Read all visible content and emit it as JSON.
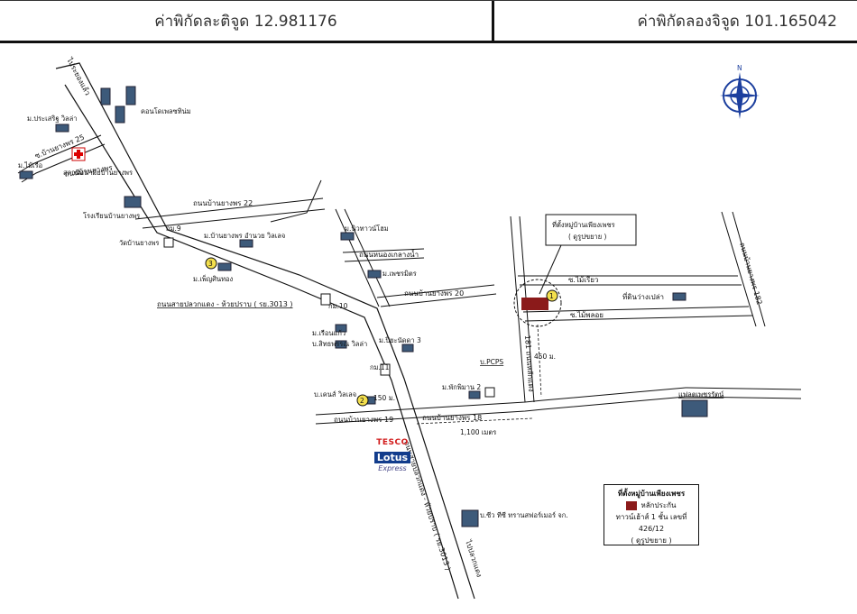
{
  "header": {
    "latitude_text": "ค่าพิกัดละติจูด 12.981176",
    "longitude_text": "ค่าพิกัดลองจิจูด 101.165042"
  },
  "map": {
    "roads": {
      "r3013_top": "ไประยองแล้ว",
      "soi25": "ซ.บ้านยางพร 25",
      "soi_left": "ถนนบ้านยางพร",
      "road22": "ถนนบ้านยางพร 22",
      "main_road": "ถนนสายปลวกแดง - ห้วยปราบ ( รย.3013 )",
      "road20": "ถนนบ้านยางพร 20",
      "road_pond": "ถนนหนองเกลางน้ำ",
      "road19": "ถนนบ้านยางพร 19",
      "road18": "ถนนบ้านยางพร 18",
      "highway": "ถนนสายปลวกแดง - ห้วยปราบ ( รย.3013 )",
      "to_ploakdaeng": "ไปปลวกแดง",
      "road181": "181 ถนนหลักแดง",
      "road182": "ถนนบ้านยางพร 182",
      "soi_upper": "ซ.ไม้เรียว",
      "soi_lower": "ซ.ไม้พลอย",
      "empty_land": "ที่ดินว่างเปล่า"
    },
    "places": {
      "condo": "คอนโดเพลซทิน่ม",
      "village_prasert": "ม.ประเสริฐ วิลล่า",
      "village_mairuea": "ม.ไม้เรือ",
      "hospital": "สถานีอนามัยบ้านยางพร",
      "school": "โรงเรียนบ้านยางพร",
      "km9": "กม.9",
      "temple": "วัดบ้านยางพร",
      "village_baanyangporn": "ม.บ้านยางพร อำนวย วิลเลจ",
      "village_pensin": "ม.เพ็ญศินทอง",
      "village_northtown": "ม.นิวทาวน์โฮม",
      "village_pakamit": "ม.เพชรมิตร",
      "km10": "กม.10",
      "village_rueanmaew": "ม.เรือนแก้ว",
      "village_sitthaphon": "บ.สิทธพรรณ วิลล่า",
      "village_piyanat": "ม.ปิยะนัดดา 3",
      "km11": "กม.11",
      "village_kens": "บ.เคนส์ วิลเลจ",
      "village_kens_dist": "150 ม.",
      "village_pakpoom": "ม.พักพิมาน 2",
      "pcps": "บ.PCPS",
      "project_site_title": "ที่ตั้งหมู่บ้านเพียงเพชร",
      "project_site_sub": "( ดูรูปขยาย )",
      "dist_450": "450 ม.",
      "dist_1100": "1,100 เมตร",
      "shop": "แฟลตเพชรรัตน์",
      "factory": "บ.ซีว ทีซี ทรานสฟอร์เมอร์ จก."
    },
    "markers": {
      "m1": "1",
      "m2": "2",
      "m3": "3"
    },
    "tesco": {
      "line1": "TESCO",
      "line2": "Lotus",
      "line3": "Express"
    },
    "compass_label": "N"
  },
  "legend": {
    "title": "ที่ตั้งหมู่บ้านเพียงเพชร",
    "item": "หลักประกัน",
    "detail": "ทาวน์เฮ้าส์ 1 ชั้น เลขที่ 426/12",
    "note": "( ดูรูปขยาย )"
  },
  "colors": {
    "site_fill": "#8b1a1a",
    "marker_fill": "#f4e04d",
    "compass_blue": "#1c3f9e"
  }
}
